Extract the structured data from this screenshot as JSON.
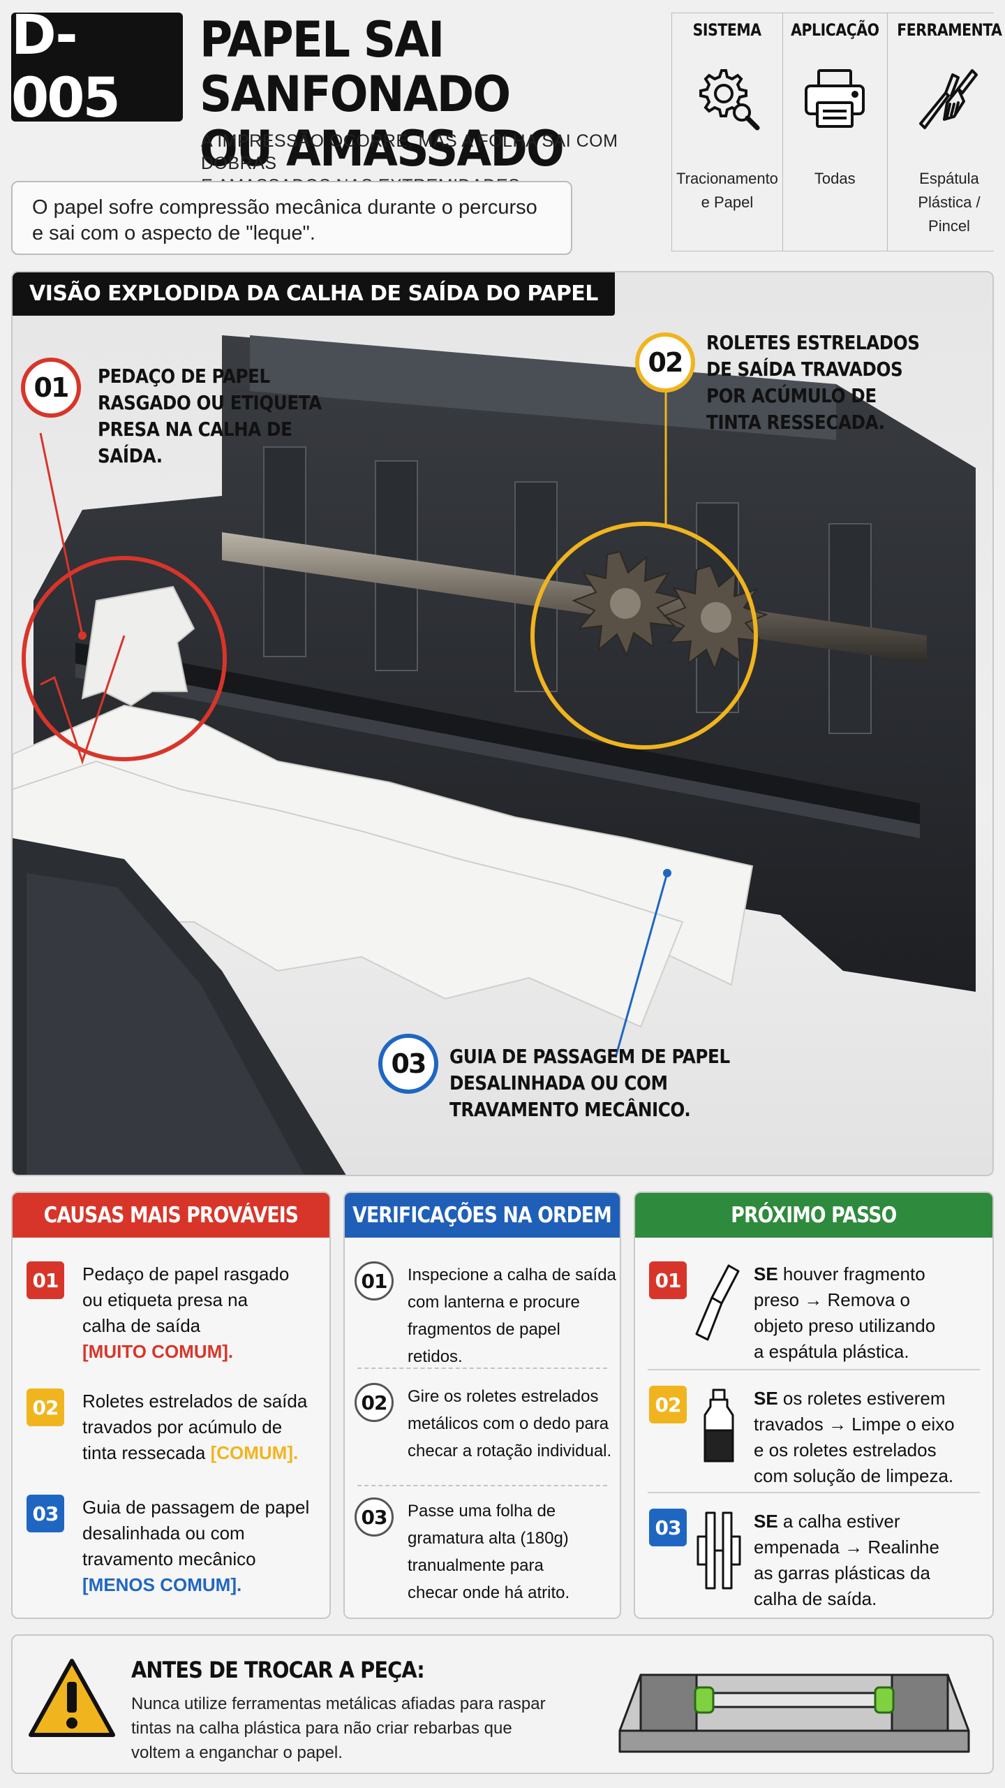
{
  "header": {
    "code": "D-005",
    "title_line1": "PAPEL SAI SANFONADO",
    "title_line2": "OU AMASSADO",
    "subtitle_line1": "A IMPRESSÃO OCORRE, MAS A FOLHA SAI COM DOBRAS",
    "subtitle_line2": "E AMASSADOS NAS EXTREMIDADES.",
    "note_line1": "O papel sofre compressão mecânica durante o percurso",
    "note_line2": "e sai com o aspecto de \"leque\"."
  },
  "meta": [
    {
      "heading": "SISTEMA",
      "icon": "gear-magnifier-icon",
      "value_line1": "Tracionamento",
      "value_line2": "e Papel"
    },
    {
      "heading": "APLICAÇÃO",
      "icon": "printer-icon",
      "value_line1": "Todas",
      "value_line2": ""
    },
    {
      "heading": "FERRAMENTA",
      "icon": "spatula-brush-icon",
      "value_line1": "Espátula Plástica /",
      "value_line2": "Pincel"
    }
  ],
  "hero": {
    "tag": "VISÃO EXPLODIDA DA CALHA DE SAÍDA DO PAPEL",
    "callouts": [
      {
        "num": "01",
        "color": "#d8352a",
        "line1": "PEDAÇO DE PAPEL",
        "line2": "RASGADO OU ETIQUETA",
        "line3": "PRESA NA CALHA DE SAÍDA.",
        "line4": ""
      },
      {
        "num": "02",
        "color": "#f0b41e",
        "line1": "ROLETES ESTRELADOS",
        "line2": "DE SAÍDA TRAVADOS",
        "line3": "POR ACÚMULO DE",
        "line4": "TINTA RESSECADA."
      },
      {
        "num": "03",
        "color": "#1f66c2",
        "line1": "GUIA DE PASSAGEM DE PAPEL",
        "line2": "DESALINHADA OU COM",
        "line3": "TRAVAMENTO MECÂNICO.",
        "line4": ""
      }
    ]
  },
  "causes": {
    "title": "CAUSAS MAIS PROVÁVEIS",
    "color": "#d8352a",
    "items": [
      {
        "num": "01",
        "color": "#d8352a",
        "l1": "Pedaço de papel rasgado",
        "l2": "ou etiqueta presa na",
        "l3": "calha de saída",
        "tag": "[MUITO COMUM].",
        "tag_color": "#d8352a"
      },
      {
        "num": "02",
        "color": "#f0b41e",
        "l1": "Roletes estrelados de saída",
        "l2": "travados por acúmulo de",
        "l3": "tinta ressecada",
        "tag": "[COMUM].",
        "tag_color": "#f0b41e"
      },
      {
        "num": "03",
        "color": "#1f66c2",
        "l1": "Guia de passagem de papel",
        "l2": "desalinhada ou com",
        "l3": "travamento mecânico",
        "tag": "[MENOS COMUM].",
        "tag_color": "#1f66c2"
      }
    ]
  },
  "checks": {
    "title": "VERIFICAÇÕES NA ORDEM",
    "color": "#1f5fb8",
    "items": [
      {
        "num": "01",
        "l1": "Inspecione a calha de saída",
        "l2": "com lanterna e procure",
        "l3": "fragmentos de papel retidos.",
        "l4": ""
      },
      {
        "num": "02",
        "l1": "Gire os roletes estrelados",
        "l2": "metálicos com o dedo para",
        "l3": "checar a rotação individual.",
        "l4": ""
      },
      {
        "num": "03",
        "l1": "Passe uma folha de",
        "l2": "gramatura alta (180g)",
        "l3": "tranualmente para",
        "l4": "checar onde há atrito."
      }
    ]
  },
  "next": {
    "title": "PRÓXIMO PASSO",
    "color": "#2e8a3c",
    "items": [
      {
        "num": "01",
        "color": "#d8352a",
        "icon": "spatula-icon",
        "se": "SE",
        "l1": " houver fragmento",
        "l2": "preso → Remova o",
        "l3": "objeto preso utilizando",
        "l4": "a espátula plástica."
      },
      {
        "num": "02",
        "color": "#f0b41e",
        "icon": "cleaning-bottle-icon",
        "se": "SE",
        "l1": " os roletes estiverem",
        "l2": "travados → Limpe o eixo",
        "l3": "e os roletes estrelados",
        "l4": "com solução de limpeza."
      },
      {
        "num": "03",
        "color": "#1f66c2",
        "icon": "plastic-clip-icon",
        "se": "SE",
        "l1": " a calha estiver",
        "l2": "empenada → Realinhe",
        "l3": "as garras plásticas da",
        "l4": "calha de saída."
      }
    ]
  },
  "warning": {
    "title": "ANTES DE TROCAR A PEÇA:",
    "l1": "Nunca utilize ferramentas metálicas afiadas para raspar",
    "l2": "tintas na calha plástica para não criar rebarbas que",
    "l3": "voltem a enganchar o papel."
  }
}
